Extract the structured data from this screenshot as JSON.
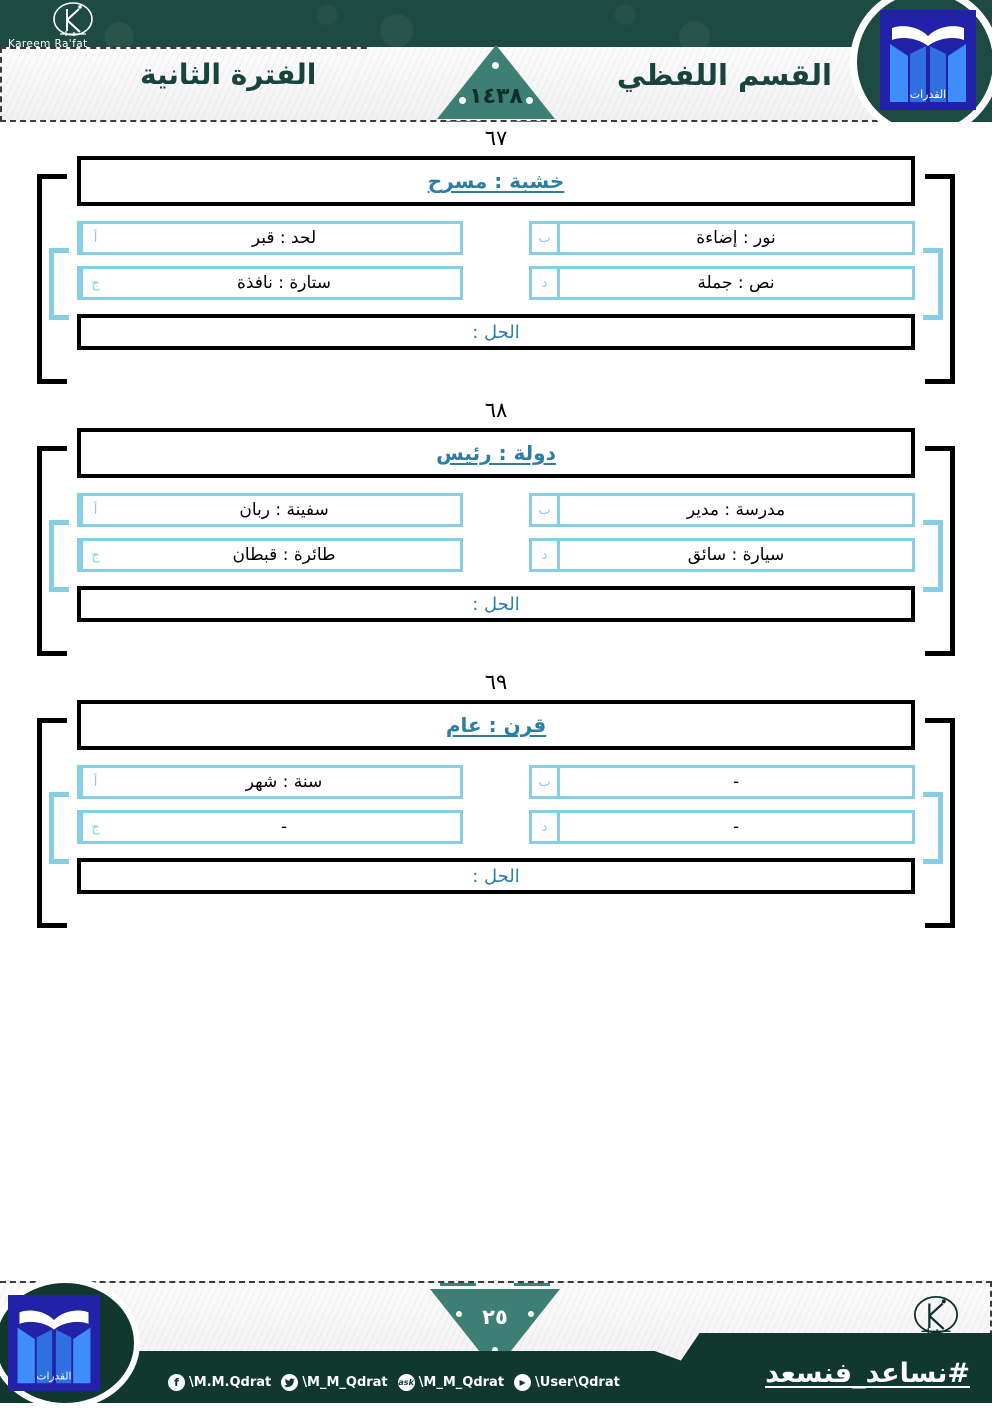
{
  "header": {
    "section_title": "القسم اللفظي",
    "period_title": "الفترة الثانية",
    "year": "١٤٣٨",
    "brand_name": "Kareem Ra'fat",
    "badge_label": "القدرات"
  },
  "questions": [
    {
      "number": "٦٧",
      "stem": "خشبة : مسرح",
      "answer_label": "الحل :",
      "answer_value": "",
      "options": [
        {
          "letter": "أ",
          "text": "لحد : قبر",
          "column": "right"
        },
        {
          "letter": "ب",
          "text": "نور : إضاءة",
          "column": "left"
        },
        {
          "letter": "ج",
          "text": "ستارة : نافذة",
          "column": "right"
        },
        {
          "letter": "د",
          "text": "نص : جملة",
          "column": "left"
        }
      ]
    },
    {
      "number": "٦٨",
      "stem": "دولة : رئيس",
      "answer_label": "الحل :",
      "answer_value": "",
      "options": [
        {
          "letter": "أ",
          "text": "سفينة : ربان",
          "column": "right"
        },
        {
          "letter": "ب",
          "text": "مدرسة : مدير",
          "column": "left"
        },
        {
          "letter": "ج",
          "text": "طائرة : قبطان",
          "column": "right"
        },
        {
          "letter": "د",
          "text": "سيارة : سائق",
          "column": "left"
        }
      ]
    },
    {
      "number": "٦٩",
      "stem": "قرن : عام",
      "answer_label": "الحل :",
      "answer_value": "",
      "options": [
        {
          "letter": "أ",
          "text": "سنة : شهر",
          "column": "right"
        },
        {
          "letter": "ب",
          "text": "-",
          "column": "left"
        },
        {
          "letter": "ج",
          "text": "-",
          "column": "right"
        },
        {
          "letter": "د",
          "text": "-",
          "column": "left"
        }
      ]
    }
  ],
  "footer": {
    "page_number": "٢٥",
    "hashtag": "#نساعد_فنسعد",
    "brand_name": "Kareem Ra'fat",
    "socials": [
      {
        "icon": "facebook-icon",
        "glyph": "f",
        "handle": "\\M.M.Qdrat"
      },
      {
        "icon": "twitter-icon",
        "glyph": "t",
        "handle": "\\M_M_Qdrat"
      },
      {
        "icon": "ask-icon",
        "glyph": "ask",
        "handle": "\\M_M_Qdrat"
      },
      {
        "icon": "youtube-icon",
        "glyph": "▶",
        "handle": "\\User\\Qdrat"
      }
    ]
  },
  "colors": {
    "header_green": "#1d4a42",
    "triangle_green": "#3d7f74",
    "stem_blue": "#2a7fa3",
    "option_blue": "#87cde6",
    "footer_green": "#10382f"
  }
}
